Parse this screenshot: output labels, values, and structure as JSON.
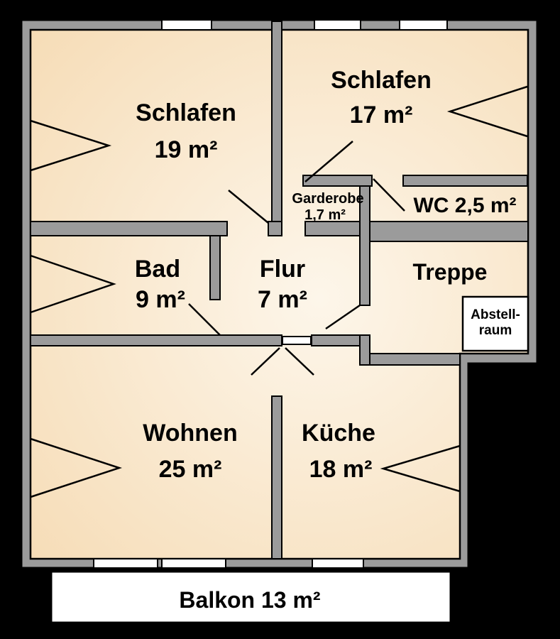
{
  "title": "Wohnungsgrundriss",
  "colors": {
    "background": "#000000",
    "wall": "#9b9b9b",
    "outline": "#000000",
    "window": "#ffffff",
    "room_gradient_inner": "#fdf6ea",
    "room_gradient_outer": "#f6dcb6"
  },
  "rooms": {
    "schlafen_links": {
      "name": "Schlafen",
      "area": "19 m²"
    },
    "schlafen_rechts": {
      "name": "Schlafen",
      "area": "17 m²"
    },
    "garderobe": {
      "name": "Garderobe",
      "area": "1,7 m²"
    },
    "wc": {
      "label": "WC 2,5 m²"
    },
    "bad": {
      "name": "Bad",
      "area": "9 m²"
    },
    "flur": {
      "name": "Flur",
      "area": "7 m²"
    },
    "treppe": {
      "name": "Treppe"
    },
    "abstellraum": {
      "name_line1": "Abstell-",
      "name_line2": "raum"
    },
    "wohnen": {
      "name": "Wohnen",
      "area": "25 m²"
    },
    "kueche": {
      "name": "Küche",
      "area": "18 m²"
    },
    "balkon": {
      "label": "Balkon 13 m²"
    }
  }
}
